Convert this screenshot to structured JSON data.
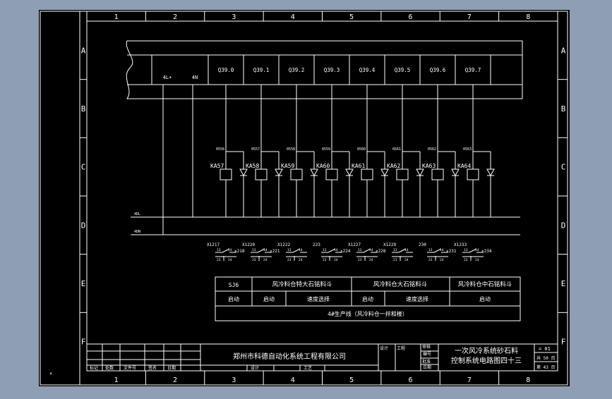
{
  "frame": {
    "columns": [
      "1",
      "2",
      "3",
      "4",
      "5",
      "6",
      "7",
      "8"
    ],
    "rows": [
      "A",
      "B",
      "C",
      "D",
      "E",
      "F"
    ]
  },
  "busbar": {
    "labels": [
      "4L+",
      "4N",
      "Q39.0",
      "Q39.1",
      "Q39.2",
      "Q39.3",
      "Q39.4",
      "Q39.5",
      "Q39.6",
      "Q39.7"
    ]
  },
  "relays": [
    {
      "wire": "0556",
      "name": "KA57"
    },
    {
      "wire": "0557",
      "name": "KA58"
    },
    {
      "wire": "0558",
      "name": "KA59"
    },
    {
      "wire": "0559",
      "name": "KA60"
    },
    {
      "wire": "0560",
      "name": "KA61"
    },
    {
      "wire": "0561",
      "name": "KA62"
    },
    {
      "wire": "0562",
      "name": "KA63"
    },
    {
      "wire": "0563",
      "name": "KA64"
    }
  ],
  "rails": {
    "top": "4DL",
    "bottom": "4DN"
  },
  "contacts": {
    "tags": [
      "X1217",
      "X1220",
      "X1222",
      "223",
      "X1227",
      "X1229",
      "230",
      "X1233"
    ],
    "right_terminals": [
      "218",
      "221",
      "224",
      "228",
      "231",
      "234"
    ],
    "pin_labels": {
      "a": "13",
      "b": "14",
      "c": "23",
      "d": "24"
    }
  },
  "legend_table": {
    "r1": [
      "SJ6",
      "风冷料仓特大石铭料斗",
      "风冷料仓大石铭料斗",
      "风冷料仓中石铭料斗"
    ],
    "r2": [
      "启动",
      "启动",
      "速度选择",
      "启动",
      "速度选择",
      "启动"
    ],
    "r3": "4#生产线（风冷料仓一拌和楼）"
  },
  "title_block": {
    "company": "郑州市科德自动化系统工程有限公司",
    "title_line1": "一次风冷系统砂石料",
    "title_line2": "控制系统电路图四十三",
    "cell_labels": [
      "标记",
      "处数",
      "文件号",
      "签名",
      "日期",
      "设计",
      "工艺",
      "审核",
      "批准",
      "工程",
      "设计",
      "编号",
      "日期"
    ],
    "sheet": "共 50 页",
    "page": "第 43 页",
    "code": "= 01"
  }
}
